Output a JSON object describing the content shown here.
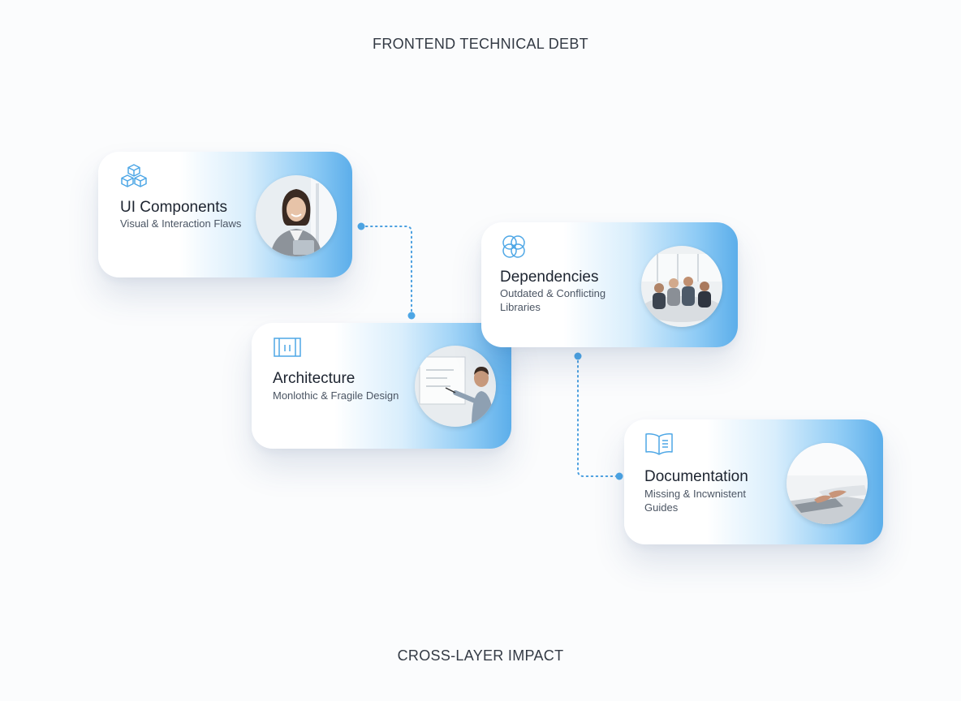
{
  "header": {
    "title": "FRONTEND TECHNICAL DEBT"
  },
  "footer": {
    "title": "CROSS-LAYER IMPACT"
  },
  "colors": {
    "accent": "#4ea7e6",
    "connector": "#4a9fe0",
    "text": "#1d2430"
  },
  "cards": [
    {
      "id": "ui-components",
      "title": "UI Components",
      "subtitle": "Visual & Interaction Flaws",
      "icon": "cubes-icon",
      "photo": "smiling-woman-photo"
    },
    {
      "id": "architecture",
      "title": "Architecture",
      "subtitle": "Monlothic & Fragile Design",
      "icon": "architecture-frame-icon",
      "photo": "presenter-whiteboard-photo"
    },
    {
      "id": "dependencies",
      "title": "Dependencies",
      "subtitle": "Outdated & Conflicting Libraries",
      "icon": "interlinked-rings-icon",
      "photo": "team-meeting-photo"
    },
    {
      "id": "documentation",
      "title": "Documentation",
      "subtitle": "Missing & Incwnistent Guides",
      "icon": "open-book-icon",
      "photo": "typing-laptop-photo"
    }
  ]
}
